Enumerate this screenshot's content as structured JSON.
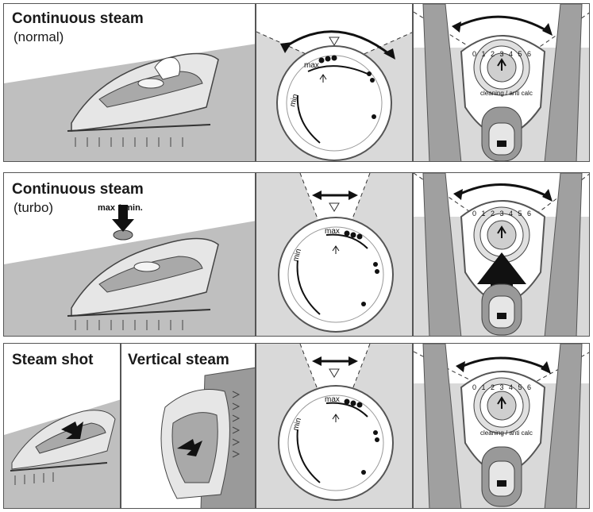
{
  "rows": [
    {
      "title": "Continuous steam",
      "subtitle": "(normal)",
      "dial": {
        "max_label": "max",
        "min_label": "min"
      },
      "knob": {
        "scale": "0 1 2 3 4 5 6",
        "caption": "cleaning / anti calc"
      }
    },
    {
      "title": "Continuous steam",
      "subtitle": "(turbo)",
      "note": "max 1 min.",
      "dial": {
        "max_label": "max",
        "min_label": "min"
      },
      "knob": {
        "scale": "0 1 2 3 4 5 6",
        "caption": ""
      }
    },
    {
      "title": "Steam shot",
      "title2": "Vertical steam",
      "dial": {
        "max_label": "max",
        "min_label": "min"
      },
      "knob": {
        "scale": "0 1 2 3 4 5 6",
        "caption": "cleaning / anti calc"
      }
    }
  ]
}
